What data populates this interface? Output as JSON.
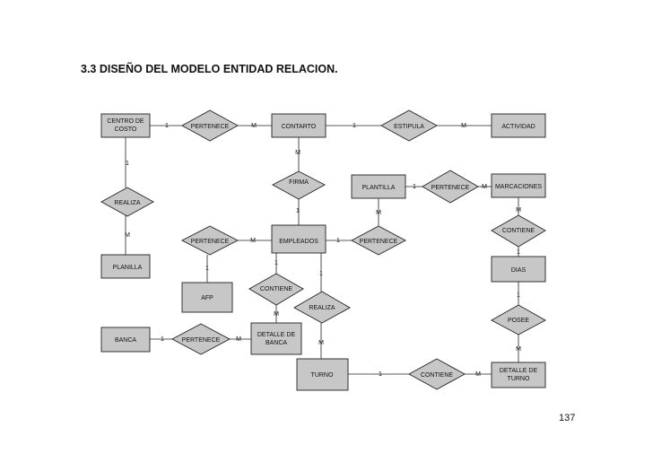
{
  "heading": "3.3 DISEÑO DEL MODELO ENTIDAD RELACION.",
  "page_number": "137",
  "entities": {
    "centro_costo": [
      "CENTRO DE",
      "COSTO"
    ],
    "contarto": "CONTARTO",
    "actividad": "ACTIVIDAD",
    "plantilla": "PLANTILLA",
    "marcaciones": "MARCACIONES",
    "empleados": "EMPLEADOS",
    "planilla": "PLANILLA",
    "dias": "DIAS",
    "afp": "AFP",
    "banca": "BANCA",
    "detalle_banca": [
      "DETALLE DE",
      "BANCA"
    ],
    "turno": "TURNO",
    "detalle_turno": [
      "DETALLE DE",
      "TURNO"
    ]
  },
  "relationships": {
    "pertenece_centro": "PERTENECE",
    "estipula": "ESTIPULA",
    "firma": "FIRMA",
    "pertenece_plantilla": "PERTENECE",
    "realiza_planilla": "REALIZA",
    "contiene_marcaciones": "CONTIENE",
    "pertenece_afp": "PERTENECE",
    "pertenece_empleados": "PERTENECE",
    "contiene_detalle_banca": "CONTIENE",
    "realiza_turno": "REALIZA",
    "posee": "POSEE",
    "pertenece_banca": "PERTENECE",
    "contiene_turno": "CONTIENE"
  },
  "cardinalities": {
    "one": "1",
    "many": "M"
  }
}
